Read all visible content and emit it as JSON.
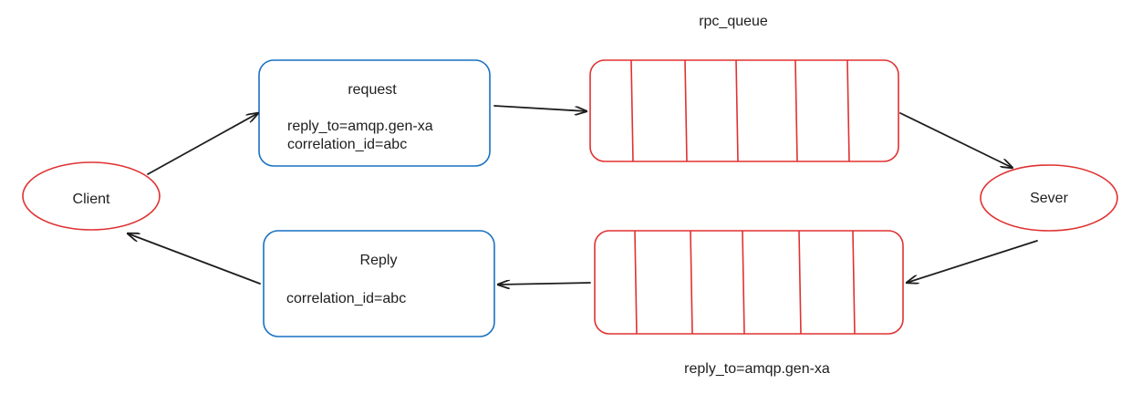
{
  "nodes": {
    "client": "Client",
    "server": "Sever",
    "request_title": "request",
    "request_reply_to": "reply_to=amqp.gen-xa",
    "request_correlation_id": "correlation_id=abc",
    "reply_title": "Reply",
    "reply_correlation_id": "correlation_id=abc",
    "rpc_queue_label": "rpc_queue",
    "reply_queue_label": "reply_to=amqp.gen-xa"
  },
  "colors": {
    "message_box": "#1971c2",
    "queue_and_endpoint": "#e03131",
    "arrow": "#1e1e1e",
    "text": "#1e1e1e"
  }
}
